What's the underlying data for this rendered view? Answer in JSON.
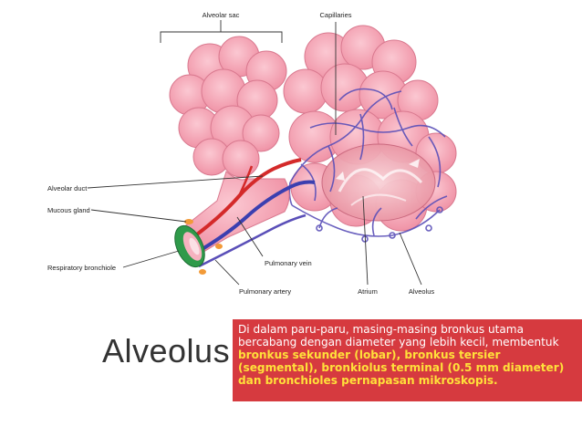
{
  "diagram": {
    "labels": {
      "alveolar_sac": "Alveolar sac",
      "capillaries": "Capillaries",
      "alveolar_duct": "Alveolar duct",
      "mucous_gland": "Mucous gland",
      "respiratory_bronchiole": "Respiratory bronchiole",
      "pulmonary_vein": "Pulmonary vein",
      "pulmonary_artery": "Pulmonary artery",
      "atrium": "Atrium",
      "alveolus": "Alveolus"
    },
    "colors": {
      "alveoli_pink": "#f4a3b3",
      "alveoli_outline": "#d9798f",
      "capillary_blue": "#5a4fb8",
      "artery_red": "#d42a2a",
      "bronchiole_green": "#2f9a4a",
      "gland_orange": "#f29a38"
    }
  },
  "slide": {
    "title": "Alveolus",
    "text_box": {
      "normal": "Di dalam paru-paru, masing-masing bronkus utama bercabang dengan diameter yang lebih kecil, membentuk ",
      "highlight": "bronkus sekunder (lobar), bronkus tersier (segmental), bronkiolus terminal (0.5 mm diameter) dan bronchioles pernapasan mikroskopis.",
      "background": "#d63a3f",
      "highlight_color": "#ffe03a"
    }
  }
}
